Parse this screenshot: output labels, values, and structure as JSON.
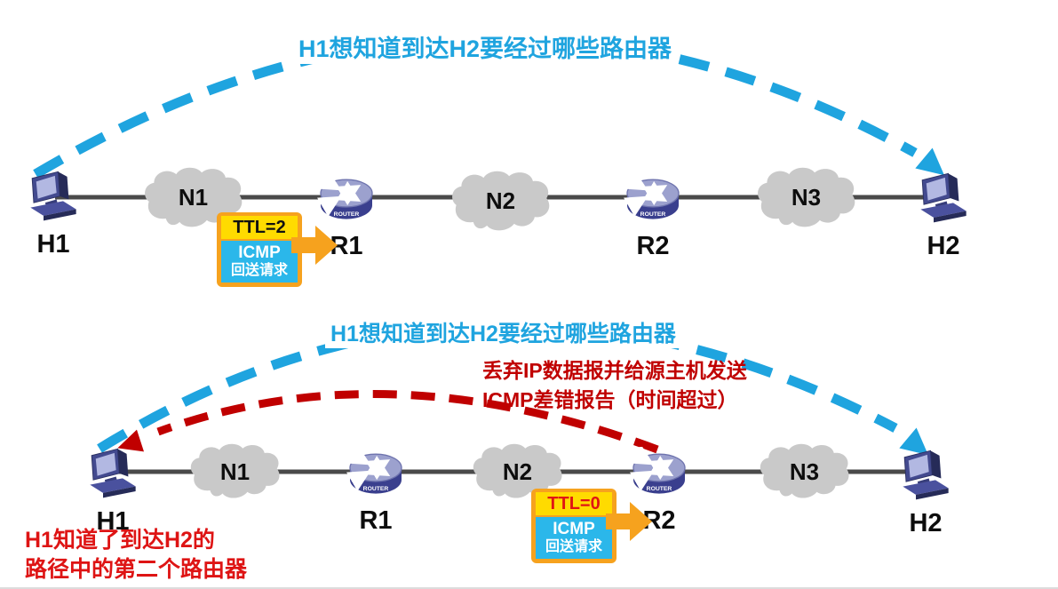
{
  "top": {
    "query_note": "H1想知道到达H2要经过哪些路由器",
    "nodes": {
      "h1": "H1",
      "n1": "N1",
      "r1": "R1",
      "n2": "N2",
      "r2": "R2",
      "n3": "N3",
      "h2": "H2"
    },
    "packet": {
      "ttl": "TTL=2",
      "protocol": "ICMP",
      "message": "回送请求"
    }
  },
  "bottom": {
    "query_note": "H1想知道到达H2要经过哪些路由器",
    "error_note": {
      "line1": "丢弃IP数据报并给源主机发送",
      "line2": "ICMP差错报告（时间超过）"
    },
    "result_note": {
      "line1": "H1知道了到达H2的",
      "line2": "路径中的第二个路由器"
    },
    "nodes": {
      "h1": "H1",
      "n1": "N1",
      "r1": "R1",
      "n2": "N2",
      "r2": "R2",
      "n3": "N3",
      "h2": "H2"
    },
    "packet": {
      "ttl": "TTL=0",
      "protocol": "ICMP",
      "message": "回送请求"
    }
  },
  "router_badge": "ROUTER",
  "colors": {
    "arrow_blue": "#1FA4DF",
    "arc_red": "#C00000",
    "note_red": "#DE1414",
    "packet_orange": "#F6A21E",
    "packet_yellow": "#FFDB00",
    "packet_cyan": "#2BB7EA",
    "cloud_gray": "#C9C9C9",
    "link_gray": "#4A4A4A"
  }
}
